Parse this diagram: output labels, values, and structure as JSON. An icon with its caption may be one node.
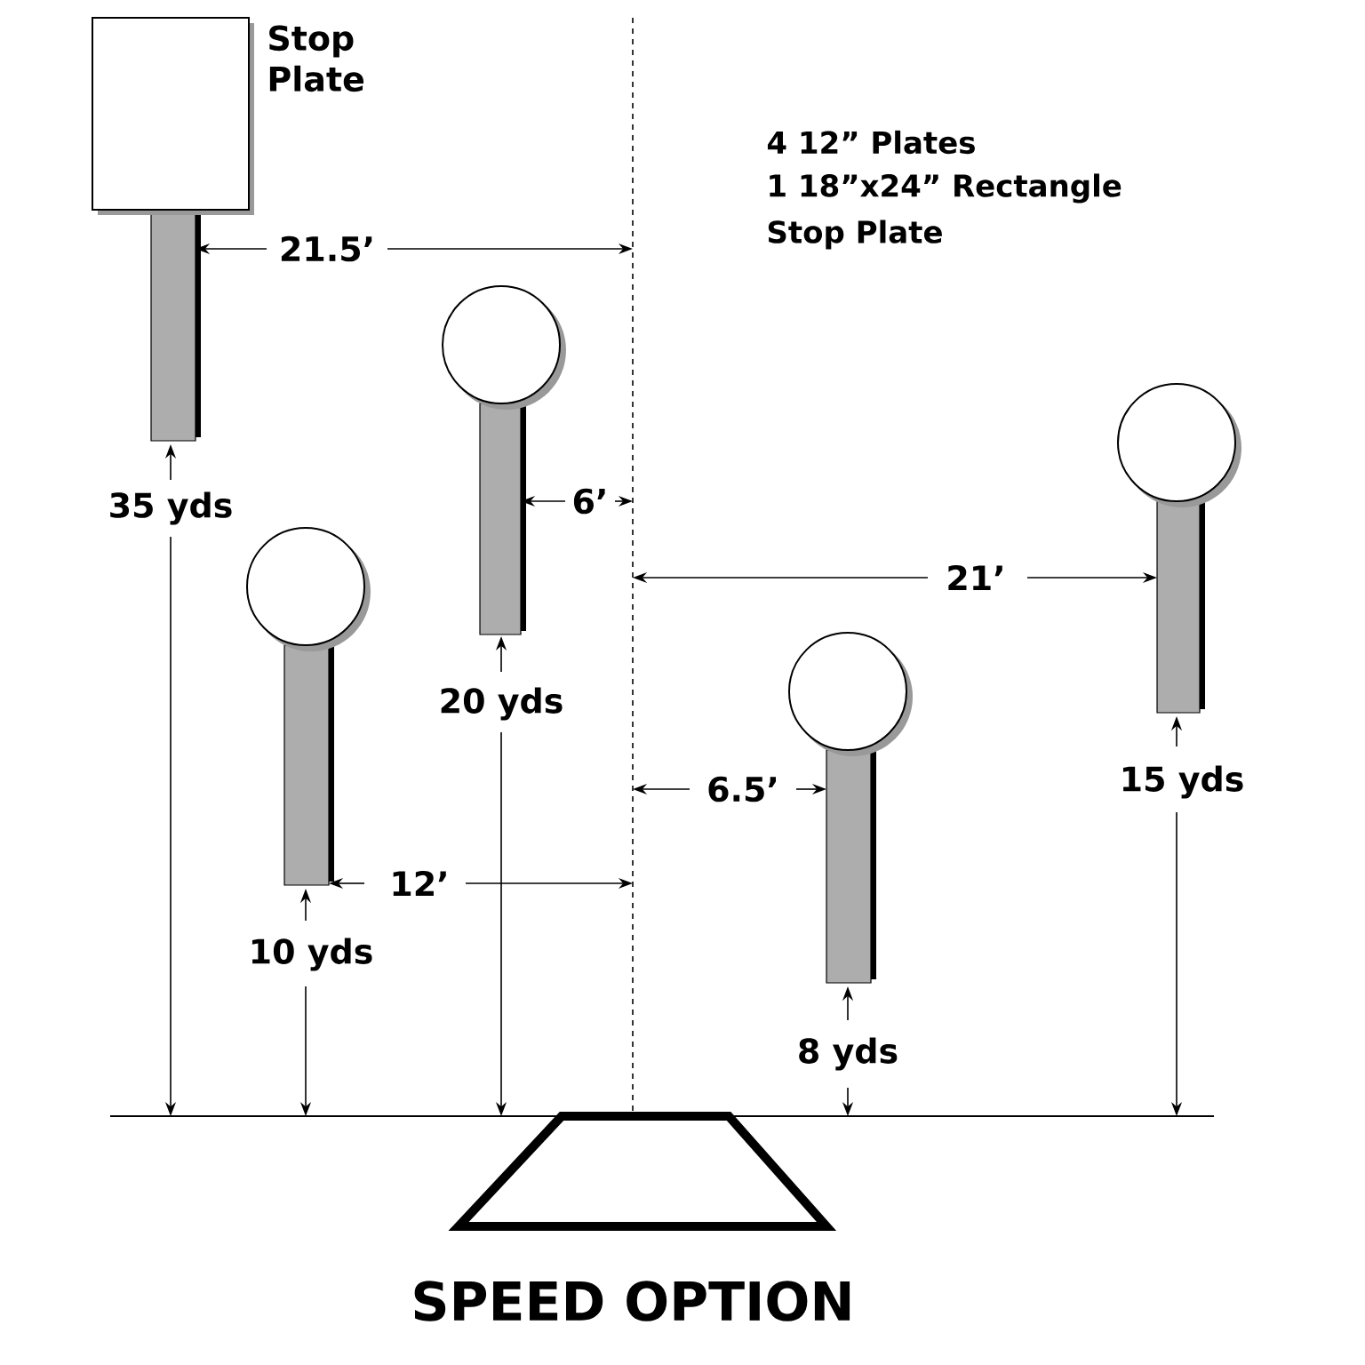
{
  "diagram": {
    "title": "SPEED OPTION",
    "nodes": [
      {
        "text": [
          "Stop Plate"
        ]
      },
      {
        "text": [],
        "shape": "circle"
      },
      {
        "text": [],
        "shape": "circle"
      },
      {
        "text": [],
        "shape": "circle"
      },
      {
        "text": [],
        "shape": "circle"
      },
      {
        "text": [],
        "shape": "trapezoid"
      }
    ],
    "edges": [],
    "labels": [
      "4 12” Plates",
      "1 18”x24” Rectangle",
      "Stop Plate",
      "21.5’",
      "6’",
      "35 yds",
      "21’",
      "20 yds",
      "6.5’",
      "15 yds",
      "12’",
      "10 yds",
      "8 yds"
    ]
  }
}
